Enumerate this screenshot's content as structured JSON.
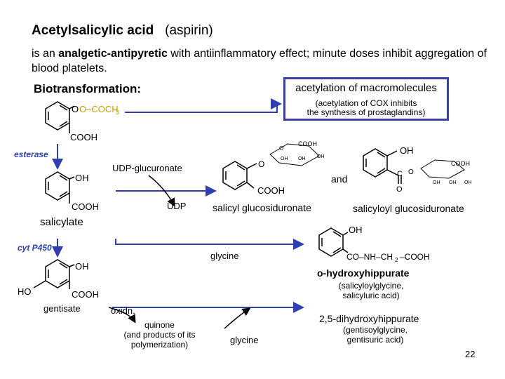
{
  "header": {
    "title_main": "Acetylsalicylic acid",
    "title_sub": "(aspirin)",
    "intro_pre": "is an ",
    "intro_bold": "analgetic-antipyretic",
    "intro_post": " with antiinflammatory effect; minute doses inhibit aggregation of blood platelets."
  },
  "section": {
    "label": "Biotransformation:"
  },
  "box": {
    "title": "acetylation of macromolecules",
    "line1": "(acetylation of COX inhibits",
    "line2": "the synthesis of prostaglandins)"
  },
  "enzymes": {
    "esterase": "esterase",
    "cyp": "cyt P450"
  },
  "compounds": {
    "salicylate": "salicylate",
    "gentisate": "gentisate",
    "salicyl_gluc": "salicyl glucosiduronate",
    "and": "and",
    "salicyloyl_gluc": "salicyloyl glucosiduronate",
    "hippurate": "o-hydroxyhippurate",
    "hippurate_alt1": "(salicyloylglycine,",
    "hippurate_alt2": "salicyluric acid)",
    "dihydroxy": "2,5-dihydroxyhippurate",
    "dihydroxy_alt1": "(gentisoylglycine,",
    "dihydroxy_alt2": "gentisuric acid)",
    "quinone": "quinone",
    "quinone_alt1": "(and products of its",
    "quinone_alt2": "polymerization)"
  },
  "reagents": {
    "udpga": "UDP-glucuronate",
    "udp": "UDP",
    "glycine1": "glycine",
    "glycine2": "glycine",
    "oxidn": "oxidn."
  },
  "structure_labels": {
    "aspirin_ester": "O–COCH",
    "aspirin_sub": "3",
    "cooh": "COOH",
    "oh": "OH",
    "ho": "HO",
    "o": "O",
    "ring_cooh": "COOH",
    "ring_oh": "OH",
    "ring_o": "O",
    "c": "C",
    "hippurate_chain": "CO–NH–CH",
    "hippurate_sub": "2",
    "hippurate_end": "–COOH"
  },
  "page_number": "22",
  "colors": {
    "arrow": "#2f3fb0",
    "box_border": "#3b3fa8",
    "ester_group": "#c8a000"
  }
}
